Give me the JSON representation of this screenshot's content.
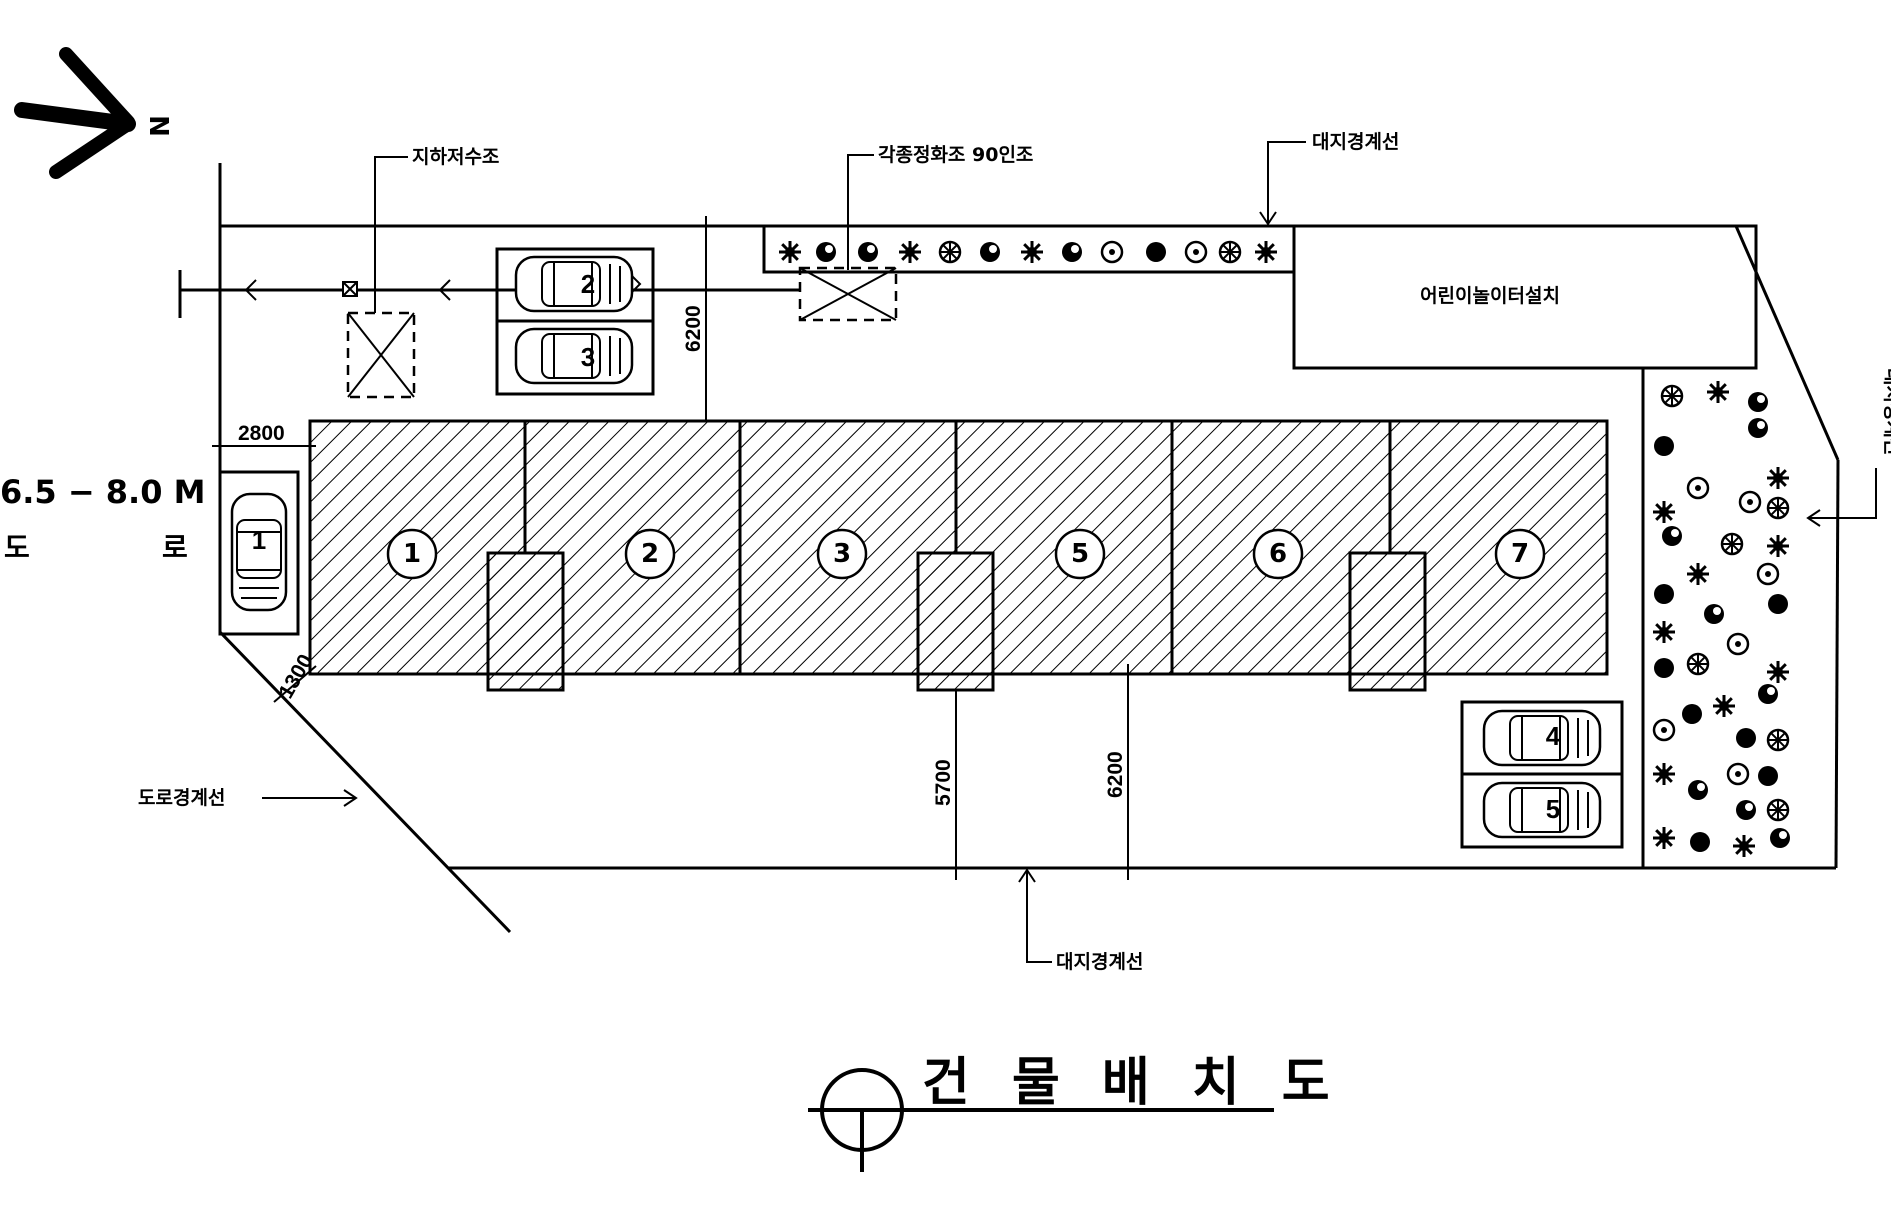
{
  "title": "건 물 배 치 도",
  "north_label": "N",
  "road": {
    "width": "6.5 − 8.0 M",
    "label_left": "도",
    "label_right": "로"
  },
  "labels": {
    "underground_tank": "지하저수조",
    "shrubs": "각종정화조 90인조",
    "site_boundary_top": "대지경계선",
    "site_boundary_right": "대지경계선",
    "site_boundary_bottom": "대지경계선",
    "road_boundary": "도로경계선",
    "playground": "어린이놀이터설치"
  },
  "dimensions": {
    "d2800": "2800",
    "d1300": "1300",
    "d6200_top": "6200",
    "d5700": "5700",
    "d6200_bottom": "6200"
  },
  "units": [
    "1",
    "2",
    "3",
    "5",
    "6",
    "7"
  ],
  "parking": [
    "1",
    "2",
    "3",
    "4",
    "5"
  ],
  "colors": {
    "ink": "#000000",
    "paper": "#ffffff"
  }
}
